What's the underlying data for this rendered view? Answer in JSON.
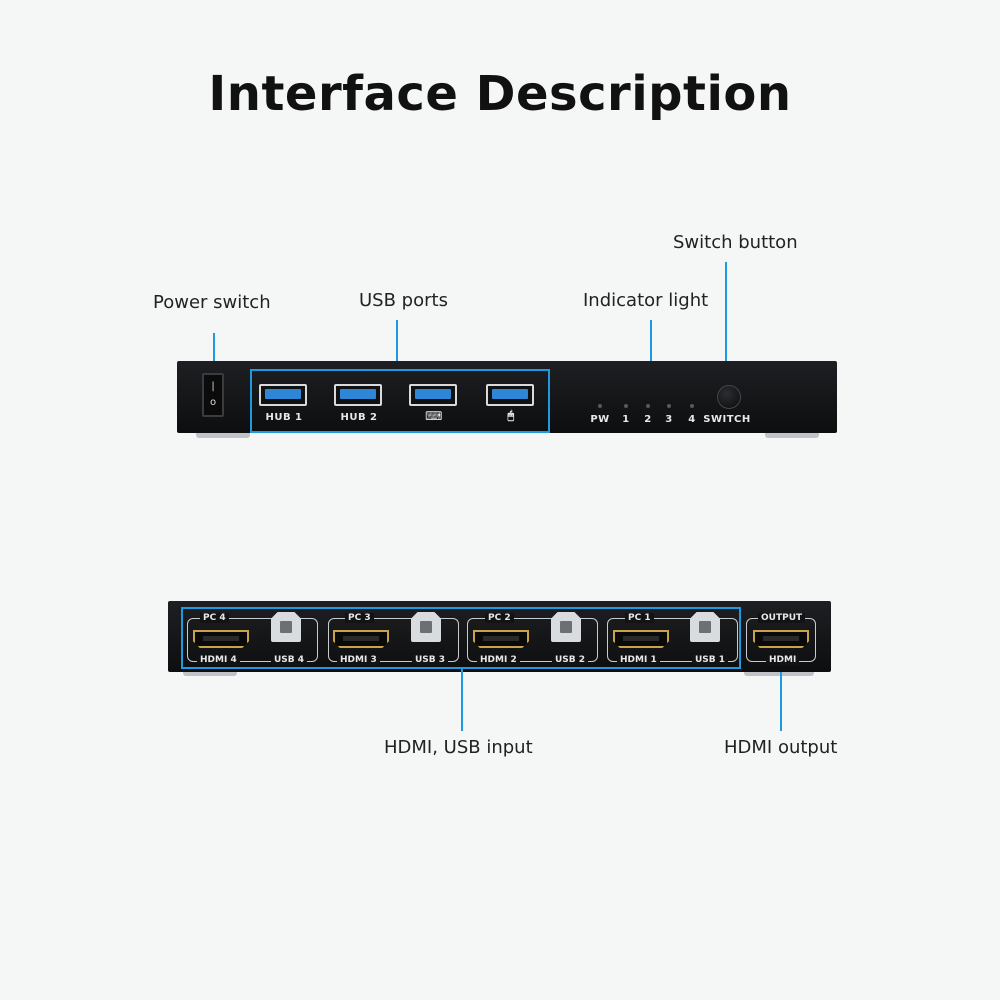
{
  "title": "Interface Description",
  "front_panel": {
    "callouts": {
      "power_switch": "Power switch",
      "usb_ports": "USB ports",
      "indicator_light": "Indicator light",
      "switch_button": "Switch button"
    },
    "rocker_on": "|",
    "rocker_off": "o",
    "usb_ports": [
      {
        "label": "HUB 1"
      },
      {
        "label": "HUB 2"
      },
      {
        "label": "⌨"
      },
      {
        "label": "🖱"
      }
    ],
    "indicators": [
      "PW",
      "1",
      "2",
      "3",
      "4"
    ],
    "switch_label": "SWITCH"
  },
  "rear_panel": {
    "callouts": {
      "inputs": "HDMI, USB input",
      "output": "HDMI output"
    },
    "pc_groups": [
      {
        "pc": "PC 4",
        "hdmi": "HDMI 4",
        "usb": "USB 4"
      },
      {
        "pc": "PC 3",
        "hdmi": "HDMI 3",
        "usb": "USB 3"
      },
      {
        "pc": "PC 2",
        "hdmi": "HDMI 2",
        "usb": "USB 2"
      },
      {
        "pc": "PC 1",
        "hdmi": "HDMI 1",
        "usb": "USB 1"
      }
    ],
    "output_group": {
      "top": "OUTPUT",
      "bottom": "HDMI"
    }
  },
  "colors": {
    "accent": "#1e9be0",
    "device": "#16171a",
    "hdmi_port": "#caa24a",
    "usb_tongue": "#2e86d6"
  }
}
